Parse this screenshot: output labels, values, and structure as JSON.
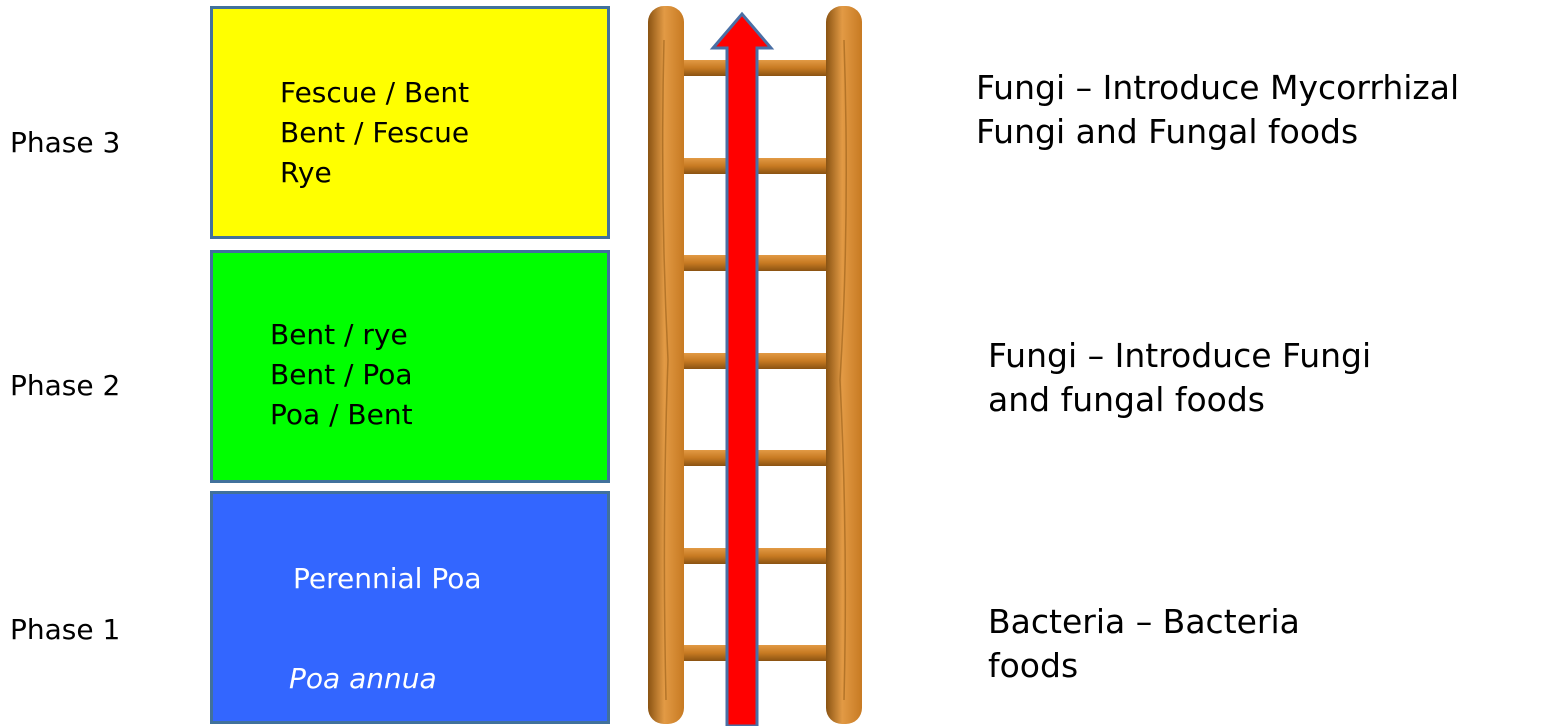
{
  "phases": [
    {
      "label": "Phase 3",
      "color": "#ffff00",
      "species": [
        "Fescue / Bent",
        "Bent / Fescue",
        "Rye"
      ],
      "text_color": "#000000",
      "description": [
        "Fungi – Introduce Mycorrhizal",
        "Fungi and Fungal foods"
      ]
    },
    {
      "label": "Phase 2",
      "color": "#00ff00",
      "species": [
        "Bent / rye",
        "Bent / Poa",
        "Poa / Bent"
      ],
      "text_color": "#000000",
      "description": [
        "Fungi – Introduce Fungi",
        "and fungal foods"
      ]
    },
    {
      "label": "Phase 1",
      "color": "#3366ff",
      "species": [
        "Perennial Poa",
        "Poa annua"
      ],
      "text_color": "#ffffff",
      "description": [
        "Bacteria – Bacteria",
        "foods"
      ]
    }
  ],
  "ladder": {
    "wood_color": "#c77a22",
    "wood_highlight": "#e29a45",
    "wood_dark": "#8a5312",
    "arrow_color": "#ff0000",
    "arrow_outline": "#4a6fa5"
  }
}
